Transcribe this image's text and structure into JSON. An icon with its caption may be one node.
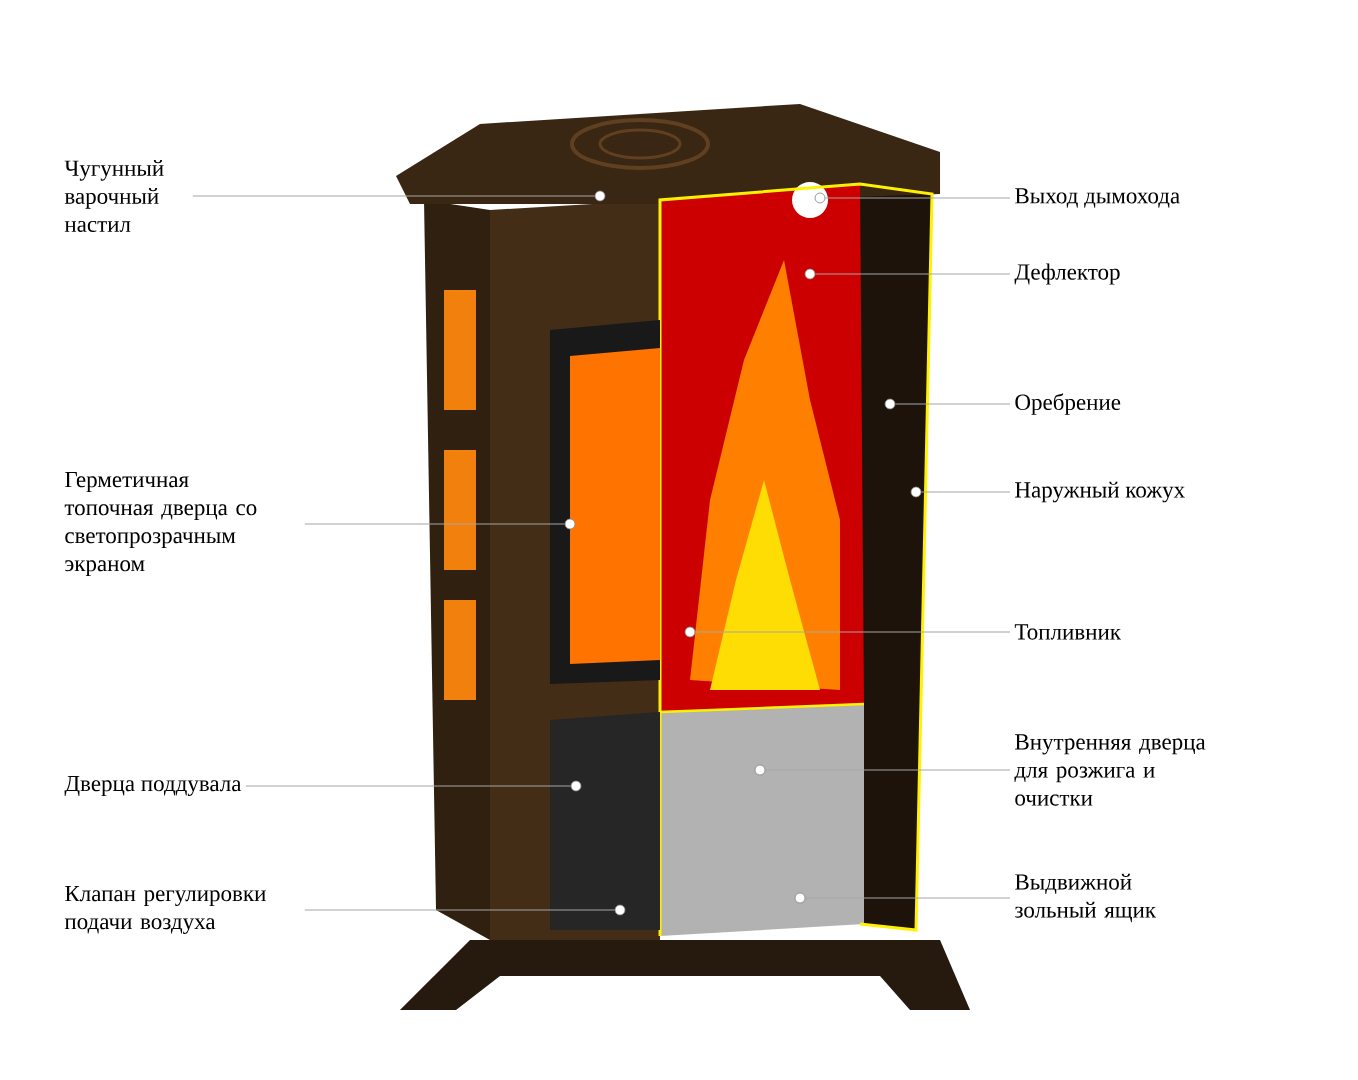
{
  "diagram": {
    "nodes": [
      {
        "text": [
          "Чугунный варочный настил"
        ]
      },
      {
        "text": [
          "Герметичная топочная дверца со светопрозрачным экраном"
        ]
      },
      {
        "text": [
          "Дверца поддувала"
        ]
      },
      {
        "text": [
          "Клапан регулировки подачи воздуха"
        ]
      },
      {
        "text": [
          "Выход дымохода"
        ]
      },
      {
        "text": [
          "Дефлектор"
        ]
      },
      {
        "text": [
          "Оребрение"
        ]
      },
      {
        "text": [
          "Наружный кожух"
        ]
      },
      {
        "text": [
          "Топливник"
        ]
      },
      {
        "text": [
          "Внутренняя дверца для розжига и очистки"
        ]
      },
      {
        "text": [
          "Выдвижной зольный ящик"
        ]
      },
      {
        "text": [],
        "shape": "circle"
      },
      {
        "text": [],
        "shape": "circle"
      },
      {
        "text": [],
        "shape": "circle"
      },
      {
        "text": [],
        "shape": "circle"
      },
      {
        "text": [],
        "shape": "circle"
      },
      {
        "text": [],
        "shape": "circle"
      },
      {
        "text": [],
        "shape": "circle"
      },
      {
        "text": [],
        "shape": "circle"
      },
      {
        "text": [],
        "shape": "circle"
      },
      {
        "text": [],
        "shape": "circle"
      },
      {
        "text": [],
        "shape": "circle"
      }
    ],
    "edges": [
      {
        "from": 0,
        "to": 11,
        "arrow": "none"
      },
      {
        "from": 1,
        "to": 12,
        "arrow": "none"
      },
      {
        "from": 2,
        "to": 13,
        "arrow": "none"
      },
      {
        "from": 3,
        "to": 14,
        "arrow": "none"
      },
      {
        "from": 4,
        "to": 15,
        "arrow": "none"
      },
      {
        "from": 5,
        "to": 16,
        "arrow": "none"
      },
      {
        "from": 6,
        "to": 17,
        "arrow": "none"
      },
      {
        "from": 7,
        "to": 18,
        "arrow": "none"
      },
      {
        "from": 8,
        "to": 19,
        "arrow": "none"
      },
      {
        "from": 9,
        "to": 20,
        "arrow": "none"
      },
      {
        "from": 10,
        "to": 21,
        "arrow": "none"
      }
    ]
  }
}
